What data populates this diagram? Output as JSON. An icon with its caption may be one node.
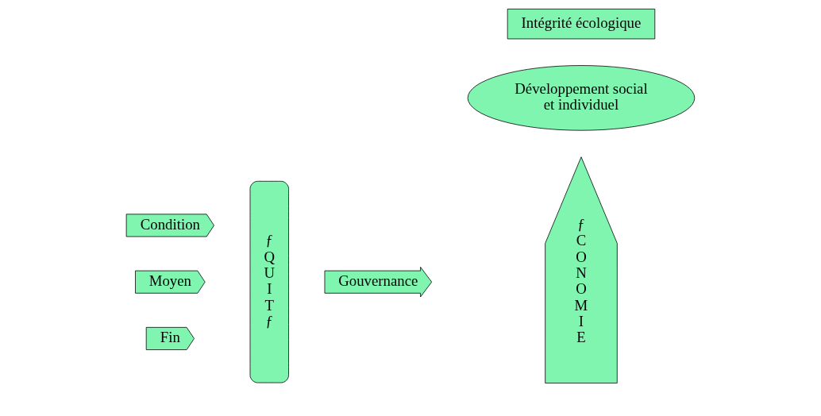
{
  "diagram": {
    "nodes": [
      {
        "text": [
          "Fin"
        ]
      },
      {
        "text": [
          "Moyen"
        ]
      },
      {
        "text": [
          "Condition"
        ]
      },
      {
        "text": [
          "ƒQUITƒ"
        ]
      },
      {
        "text": [
          "Gouvernance"
        ]
      },
      {
        "text": [
          "Développement social et individuel"
        ]
      },
      {
        "text": [
          "ƒCONOMIE"
        ]
      },
      {
        "text": [
          "Intégrité écologique"
        ]
      }
    ]
  }
}
